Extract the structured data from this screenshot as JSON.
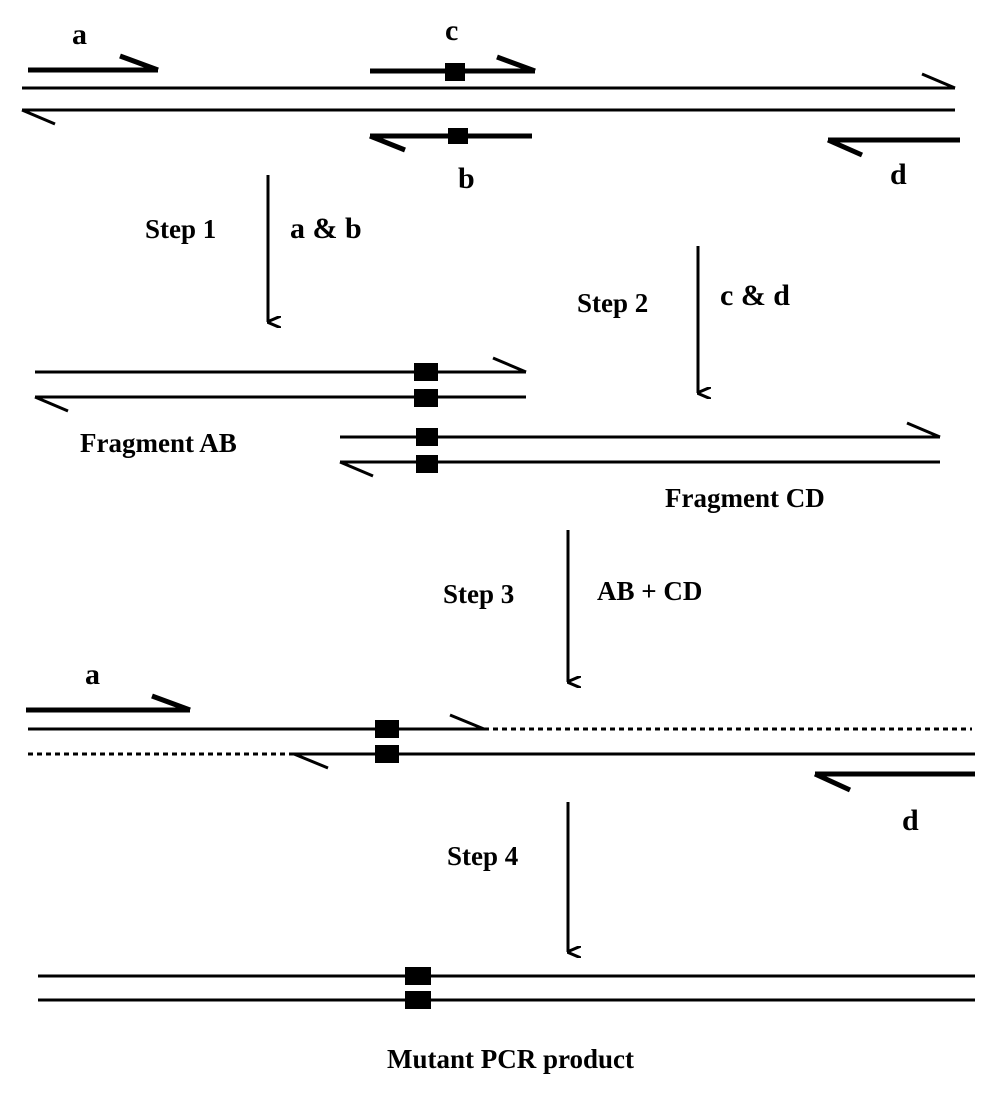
{
  "primers": {
    "a": "a",
    "b": "b",
    "c": "c",
    "d": "d"
  },
  "steps": {
    "step1": {
      "label": "Step 1",
      "reagents": "a & b"
    },
    "step2": {
      "label": "Step 2",
      "reagents": "c & d"
    },
    "step3": {
      "label": "Step 3",
      "reagents": "AB + CD"
    },
    "step4": {
      "label": "Step 4"
    }
  },
  "fragments": {
    "ab": "Fragment  AB",
    "cd": "Fragment  CD",
    "product": "Mutant  PCR  product"
  }
}
